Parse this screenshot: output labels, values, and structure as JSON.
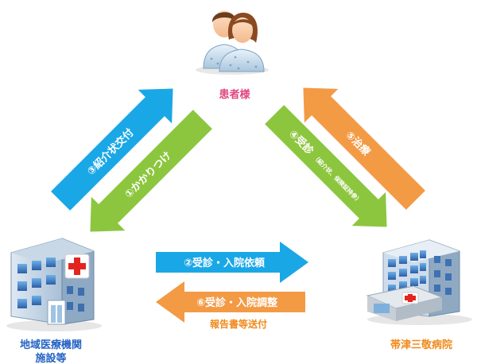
{
  "nodes": {
    "patient": {
      "label": "患者様"
    },
    "clinic": {
      "label_line1": "地域医療機関",
      "label_line2": "施設等"
    },
    "hospital": {
      "label": "帯津三敬病院"
    }
  },
  "arrows": {
    "referral_letter": {
      "label": "③紹介状交付"
    },
    "family_doctor": {
      "label": "①かかりつけ"
    },
    "consultation": {
      "label": "④受診",
      "note": "（紹介状、保険証持参）"
    },
    "treatment": {
      "label": "⑤治療"
    },
    "request": {
      "label": "②受診・入院依頼"
    },
    "coordination": {
      "label": "⑥受診・入院調整",
      "sublabel": "報告書等送付"
    }
  },
  "colors": {
    "cyan": "#1aa7e6",
    "green": "#8cc63f",
    "orange": "#f39a45",
    "patient_text": "#e0467f",
    "clinic_text": "#2563c4",
    "hospital_text": "#f08a1c",
    "sublabel_text": "#f08a1c"
  }
}
